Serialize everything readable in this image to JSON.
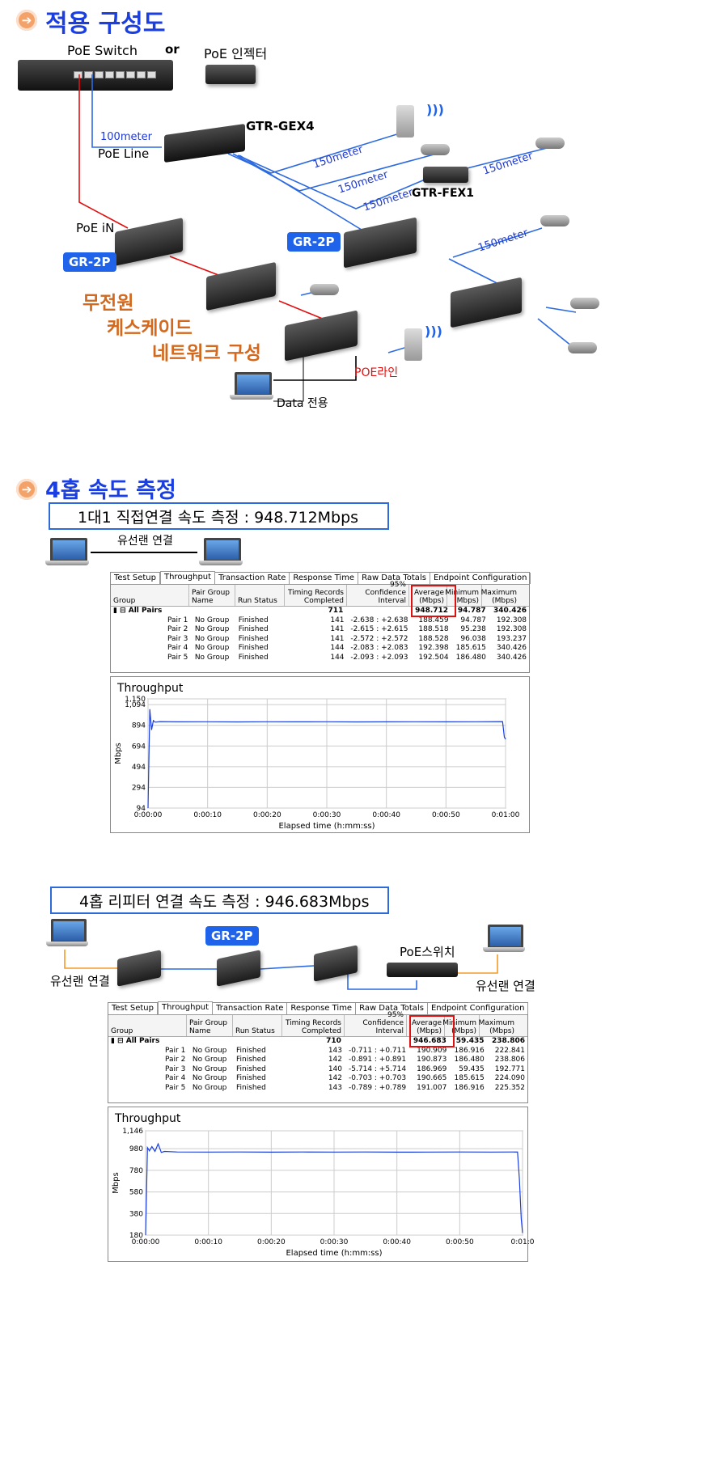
{
  "section1": {
    "title": "적용 구성도",
    "poe_switch": "PoE Switch",
    "or": "or",
    "poe_injector": "PoE 인젝터",
    "gtr_gex4": "GTR-GEX4",
    "gtr_fex1": "GTR-FEX1",
    "line_100m": "100meter",
    "poe_line": "PoE Line",
    "line_150m": "150meter",
    "poe_in": "PoE  iN",
    "gr2p": "GR-2P",
    "cascade_1": "무전원",
    "cascade_2": "케스케이드",
    "cascade_3": "네트워크 구성",
    "poe_line_kr": "POE라인",
    "data_only": "Data 전용"
  },
  "section2": {
    "title": "4홉 속도 측정",
    "box_label": "1대1 직접연결 속도 측정 :  948.712Mbps",
    "wired": "유선랜 연결"
  },
  "section3": {
    "box_label": "4홉 리피터 연결 속도 측정 :  946.683Mbps",
    "gr2p": "GR-2P",
    "poe_switch": "PoE스위치",
    "wired_left": "유선랜 연결",
    "wired_right": "유선랜 연결"
  },
  "tabs": [
    "Test Setup",
    "Throughput",
    "Transaction Rate",
    "Response Time",
    "Raw Data Totals",
    "Endpoint Configuration"
  ],
  "headers": {
    "group": "Group",
    "pair_group": "Pair Group Name",
    "run_status": "Run Status",
    "timing": "Timing Records Completed",
    "ci": "95% Confidence Interval",
    "avg": "Average (Mbps)",
    "min": "Minimum (Mbps)",
    "max": "Maximum (Mbps)"
  },
  "table1": {
    "all": {
      "name": "All Pairs",
      "timing": "711",
      "avg": "948.712",
      "min": "94.787",
      "max": "340.426"
    },
    "rows": [
      {
        "pair": "Pair 1",
        "group": "No Group",
        "status": "Finished",
        "timing": "141",
        "ci": "-2.638 : +2.638",
        "avg": "188.459",
        "min": "94.787",
        "max": "192.308"
      },
      {
        "pair": "Pair 2",
        "group": "No Group",
        "status": "Finished",
        "timing": "141",
        "ci": "-2.615 : +2.615",
        "avg": "188.518",
        "min": "95.238",
        "max": "192.308"
      },
      {
        "pair": "Pair 3",
        "group": "No Group",
        "status": "Finished",
        "timing": "141",
        "ci": "-2.572 : +2.572",
        "avg": "188.528",
        "min": "96.038",
        "max": "193.237"
      },
      {
        "pair": "Pair 4",
        "group": "No Group",
        "status": "Finished",
        "timing": "144",
        "ci": "-2.083 : +2.083",
        "avg": "192.398",
        "min": "185.615",
        "max": "340.426"
      },
      {
        "pair": "Pair 5",
        "group": "No Group",
        "status": "Finished",
        "timing": "144",
        "ci": "-2.093 : +2.093",
        "avg": "192.504",
        "min": "186.480",
        "max": "340.426"
      }
    ]
  },
  "table2": {
    "all": {
      "name": "All Pairs",
      "timing": "710",
      "avg": "946.683",
      "min": "59.435",
      "max": "238.806"
    },
    "rows": [
      {
        "pair": "Pair 1",
        "group": "No Group",
        "status": "Finished",
        "timing": "143",
        "ci": "-0.711 : +0.711",
        "avg": "190.909",
        "min": "186.916",
        "max": "222.841"
      },
      {
        "pair": "Pair 2",
        "group": "No Group",
        "status": "Finished",
        "timing": "142",
        "ci": "-0.891 : +0.891",
        "avg": "190.873",
        "min": "186.480",
        "max": "238.806"
      },
      {
        "pair": "Pair 3",
        "group": "No Group",
        "status": "Finished",
        "timing": "140",
        "ci": "-5.714 : +5.714",
        "avg": "186.969",
        "min": "59.435",
        "max": "192.771"
      },
      {
        "pair": "Pair 4",
        "group": "No Group",
        "status": "Finished",
        "timing": "142",
        "ci": "-0.703 : +0.703",
        "avg": "190.665",
        "min": "185.615",
        "max": "224.090"
      },
      {
        "pair": "Pair 5",
        "group": "No Group",
        "status": "Finished",
        "timing": "143",
        "ci": "-0.789 : +0.789",
        "avg": "191.007",
        "min": "186.916",
        "max": "225.352"
      }
    ]
  },
  "chart_data": [
    {
      "type": "line",
      "title": "Throughput",
      "xlabel": "Elapsed time (h:mm:ss)",
      "ylabel": "Mbps",
      "xticks": [
        "0:00:00",
        "0:00:10",
        "0:00:20",
        "0:00:30",
        "0:00:40",
        "0:00:50",
        "0:01:00"
      ],
      "yticks": [
        "1,150",
        "1,094",
        "894",
        "694",
        "494",
        "294",
        "94"
      ],
      "ytick_values": [
        1150,
        1094,
        894,
        694,
        494,
        294,
        94
      ],
      "ylim": [
        94,
        1150
      ],
      "xlim": [
        0,
        60
      ],
      "color": "#1a3ee0",
      "series": [
        {
          "x": [
            0,
            0.3,
            0.6,
            0.9,
            1.2,
            2,
            5,
            10,
            15,
            20,
            25,
            30,
            35,
            40,
            45,
            50,
            55,
            59.5,
            59.8,
            60
          ],
          "y": [
            94,
            1050,
            850,
            940,
            925,
            930,
            928,
            929,
            927,
            929,
            928,
            929,
            927,
            928,
            929,
            928,
            929,
            930,
            780,
            760
          ]
        }
      ]
    },
    {
      "type": "line",
      "title": "Throughput",
      "xlabel": "Elapsed time (h:mm:ss)",
      "ylabel": "Mbps",
      "xticks": [
        "0:00:00",
        "0:00:10",
        "0:00:20",
        "0:00:30",
        "0:00:40",
        "0:00:50",
        "0:01:0"
      ],
      "yticks": [
        "1,146",
        "980",
        "780",
        "580",
        "380",
        "180"
      ],
      "ytick_values": [
        1146,
        980,
        780,
        580,
        380,
        180
      ],
      "ylim": [
        180,
        1146
      ],
      "xlim": [
        0,
        60
      ],
      "color": "#1a3ee0",
      "series": [
        {
          "x": [
            0,
            0.3,
            0.6,
            1,
            1.5,
            2,
            2.5,
            3,
            5,
            10,
            15,
            20,
            25,
            30,
            35,
            40,
            45,
            50,
            55,
            59.2,
            59.5,
            59.8,
            60
          ],
          "y": [
            180,
            990,
            960,
            1000,
            955,
            1025,
            945,
            955,
            950,
            949,
            950,
            948,
            950,
            949,
            950,
            948,
            949,
            950,
            949,
            950,
            700,
            330,
            200
          ]
        }
      ]
    }
  ]
}
